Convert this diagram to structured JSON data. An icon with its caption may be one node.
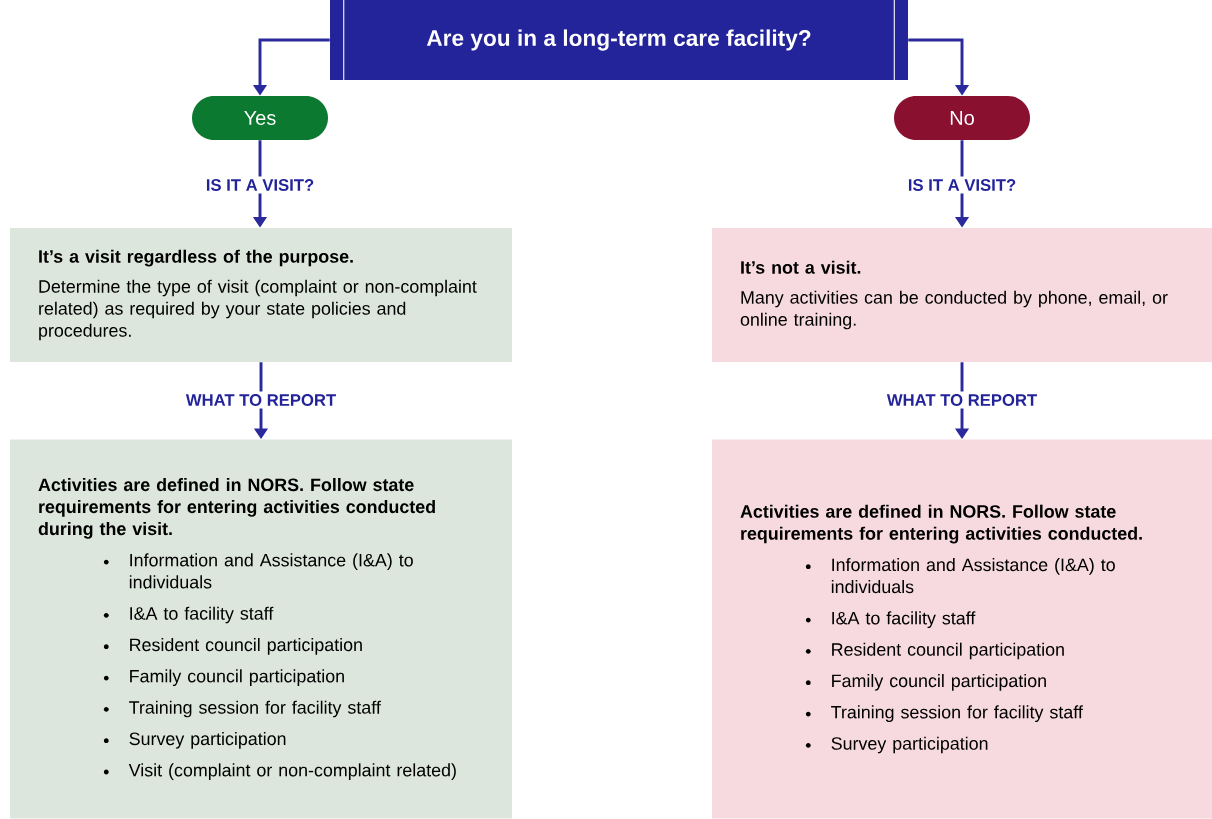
{
  "diagram": {
    "nodes": [
      {
        "text": [
          "Are you in a long-term care facility?"
        ]
      },
      {
        "text": [
          "Yes"
        ]
      },
      {
        "text": [
          "No"
        ]
      },
      {
        "text": [
          "It’s a visit regardless of the purpose.",
          "Determine the type of visit (complaint or non-complaint related) as required by your state policies and procedures."
        ]
      },
      {
        "text": [
          "It’s not a visit.",
          "Many activities can be conducted by phone, email, or online training."
        ]
      },
      {
        "text": [
          "Activities are defined in NORS. Follow state requirements for entering activities conducted during the visit.",
          "Information and Assistance (I&A) to individuals",
          "I&A to facility staff",
          "Resident council participation",
          "Family council participation",
          "Training session for facility staff",
          "Survey participation",
          "Visit (complaint or non-complaint related)"
        ]
      },
      {
        "text": [
          "Activities are defined in NORS. Follow state requirements for entering activities conducted.",
          "Information and Assistance (I&A) to individuals",
          "I&A to facility staff",
          "Resident council participation",
          "Family council participation",
          "Training session for facility staff",
          "Survey participation"
        ]
      }
    ],
    "edges": [
      {
        "from": 0,
        "to": 1,
        "arrow": "to"
      },
      {
        "from": 0,
        "to": 2,
        "arrow": "to"
      },
      {
        "from": 1,
        "to": 3,
        "arrow": "to",
        "label": "IS IT A VISIT?"
      },
      {
        "from": 2,
        "to": 4,
        "arrow": "to",
        "label": "IS IT A VISIT?"
      },
      {
        "from": 3,
        "to": 5,
        "arrow": "to",
        "label": "WHAT TO REPORT"
      },
      {
        "from": 4,
        "to": 6,
        "arrow": "to",
        "label": "WHAT TO REPORT"
      }
    ]
  }
}
